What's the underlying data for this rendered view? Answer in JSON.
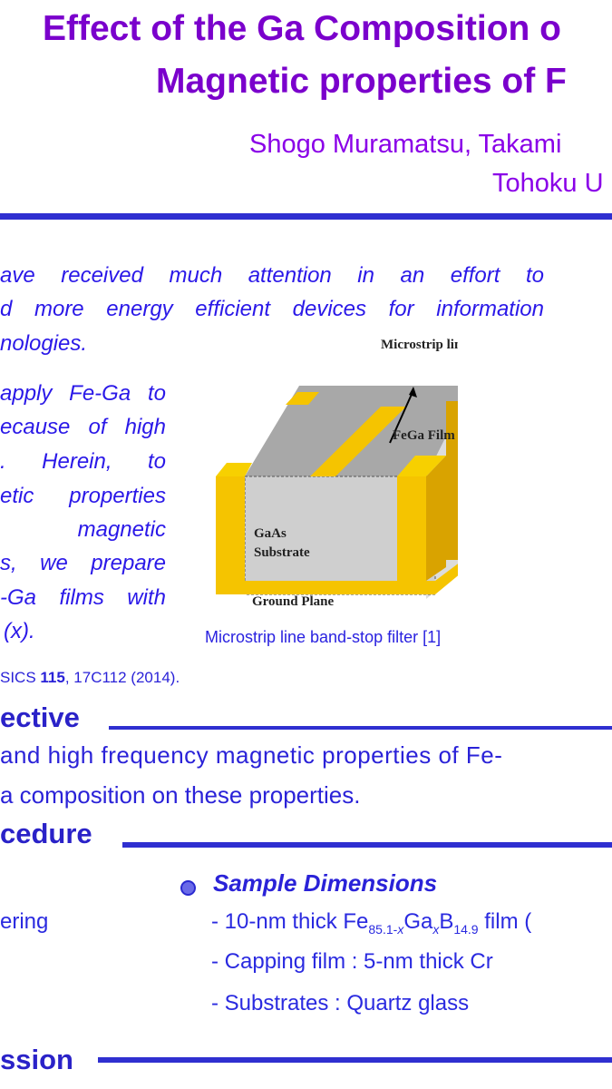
{
  "header": {
    "title_line1": "Effect of the Ga Composition o",
    "title_line2": "Magnetic properties of F",
    "authors": "Shogo Muramatsu, Takami",
    "affiliation": "Tohoku U"
  },
  "intro": {
    "wide_lines": [
      "ave received much attention in an effort to",
      "d more energy efficient devices for information",
      "nologies."
    ],
    "narrow_lines": [
      "apply Fe-Ga to",
      "ecause of high",
      ". Herein, to",
      "etic properties",
      "magnetic",
      "s, we prepare",
      "-Ga films with",
      "(x)."
    ],
    "reference": {
      "prefix": "SICS ",
      "volume": "115",
      "rest": ", 17C112 (2014)."
    }
  },
  "figure": {
    "labels": {
      "microstrip": "Microstrip line",
      "film": "FeGa Film",
      "substrate_1": "GaAs",
      "substrate_2": "Substrate",
      "ground": "Ground Plane"
    },
    "caption": "Microstrip line band-stop filter [1]",
    "colors": {
      "gold": "#f5c400",
      "gold_dark": "#d9a300",
      "gray": "#c8c8c8"
    }
  },
  "objective": {
    "heading": "ective",
    "lines": [
      "and high frequency magnetic properties of Fe-",
      "a composition on these properties."
    ]
  },
  "procedure": {
    "heading": "cedure",
    "left_fragment": "ering",
    "sample_title": "Sample Dimensions",
    "item1": {
      "pre": "- 10-nm thick Fe",
      "s1": "85.1-",
      "s1x": "x",
      "ga": "Ga",
      "s2": "x",
      "b": "B",
      "s3": "14.9",
      "post": " film  ("
    },
    "item2": "- Capping film : 5-nm thick Cr",
    "item3": "- Substrates : Quartz glass"
  },
  "discussion": {
    "heading": "ssion"
  }
}
